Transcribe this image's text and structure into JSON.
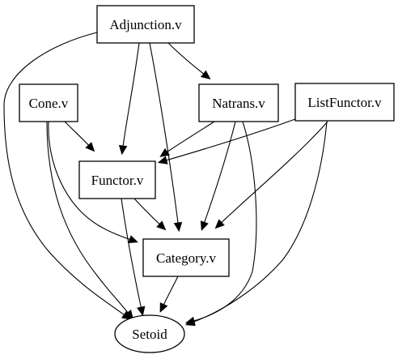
{
  "graph": {
    "nodes": [
      {
        "id": "adjunction",
        "label": "Adjunction.v",
        "shape": "box"
      },
      {
        "id": "cone",
        "label": "Cone.v",
        "shape": "box"
      },
      {
        "id": "natrans",
        "label": "Natrans.v",
        "shape": "box"
      },
      {
        "id": "listfunctor",
        "label": "ListFunctor.v",
        "shape": "box"
      },
      {
        "id": "functor",
        "label": "Functor.v",
        "shape": "box"
      },
      {
        "id": "category",
        "label": "Category.v",
        "shape": "box"
      },
      {
        "id": "setoid",
        "label": "Setoid",
        "shape": "ellipse"
      }
    ],
    "edges": [
      {
        "from": "adjunction",
        "to": "setoid"
      },
      {
        "from": "adjunction",
        "to": "functor"
      },
      {
        "from": "adjunction",
        "to": "category"
      },
      {
        "from": "adjunction",
        "to": "natrans"
      },
      {
        "from": "cone",
        "to": "functor"
      },
      {
        "from": "cone",
        "to": "category"
      },
      {
        "from": "cone",
        "to": "setoid"
      },
      {
        "from": "natrans",
        "to": "functor"
      },
      {
        "from": "natrans",
        "to": "category"
      },
      {
        "from": "natrans",
        "to": "setoid"
      },
      {
        "from": "listfunctor",
        "to": "functor"
      },
      {
        "from": "listfunctor",
        "to": "category"
      },
      {
        "from": "listfunctor",
        "to": "setoid"
      },
      {
        "from": "functor",
        "to": "category"
      },
      {
        "from": "functor",
        "to": "setoid"
      },
      {
        "from": "category",
        "to": "setoid"
      }
    ]
  },
  "colors": {
    "stroke": "#000000",
    "fill": "#ffffff",
    "background": "#ffffff"
  }
}
